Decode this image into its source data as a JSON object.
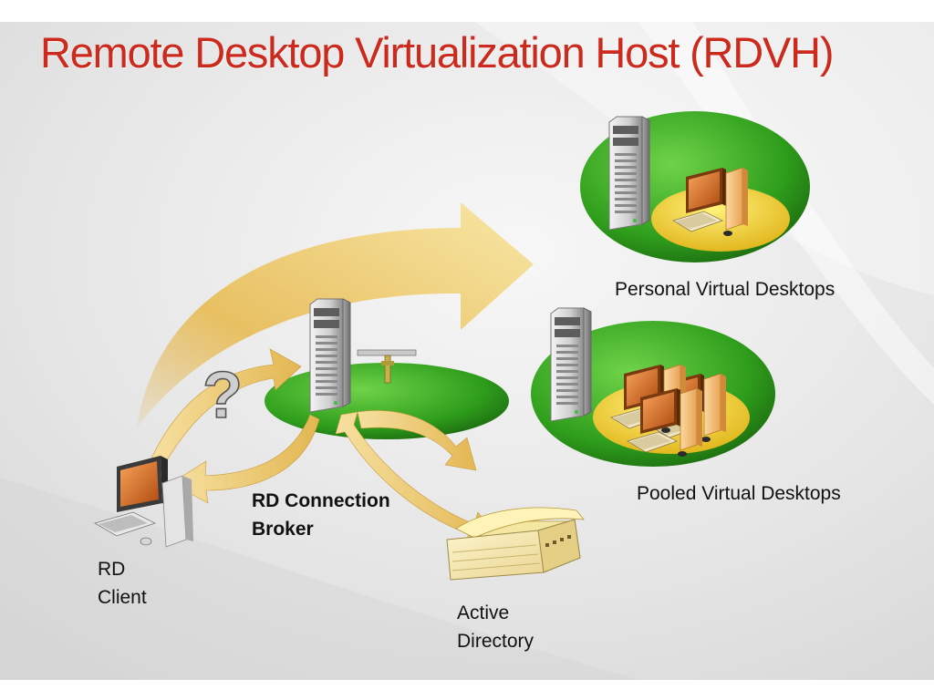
{
  "slide": {
    "title": "Remote Desktop Virtualization Host (RDVH)"
  },
  "labels": {
    "personal_virtual_desktops": "Personal Virtual Desktops",
    "pooled_virtual_desktops": "Pooled Virtual Desktops",
    "rd_connection_broker": [
      "RD Connection",
      "Broker"
    ],
    "rd_client": [
      "RD",
      "Client"
    ],
    "active_directory": [
      "Active",
      "Directory"
    ]
  },
  "colors": {
    "title": "#cc2a1c",
    "ellipse_green": "#2e9d1a",
    "ellipse_yellow": "#e9c21a",
    "arrow_gold": "#e6bf5d",
    "background_gray": "#e3e3e3"
  },
  "icons": [
    "server-icon",
    "desktop-computer-icon",
    "question-mark-icon",
    "network-connector-icon",
    "directory-book-icon"
  ]
}
